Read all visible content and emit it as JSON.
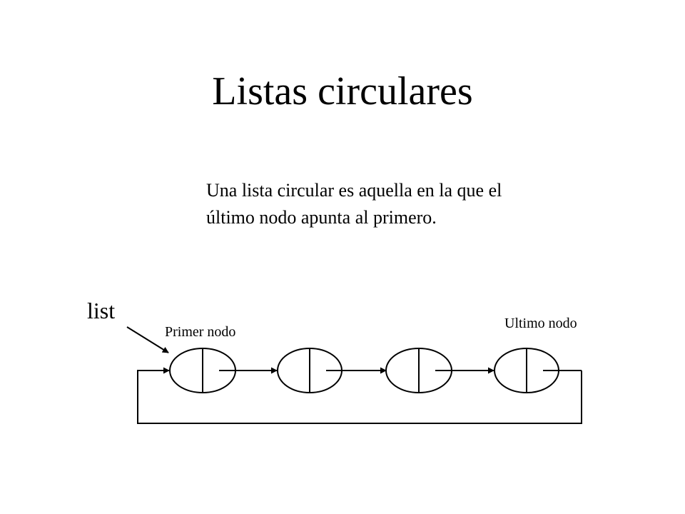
{
  "slide": {
    "title": "Listas circulares",
    "definition": "Una lista circular es aquella en la que el último nodo apunta al primero."
  },
  "diagram": {
    "pointer_label": "list",
    "first_node_label": "Primer nodo",
    "last_node_label": "Ultimo nodo",
    "node_count": 4,
    "line_color": "#000000"
  }
}
